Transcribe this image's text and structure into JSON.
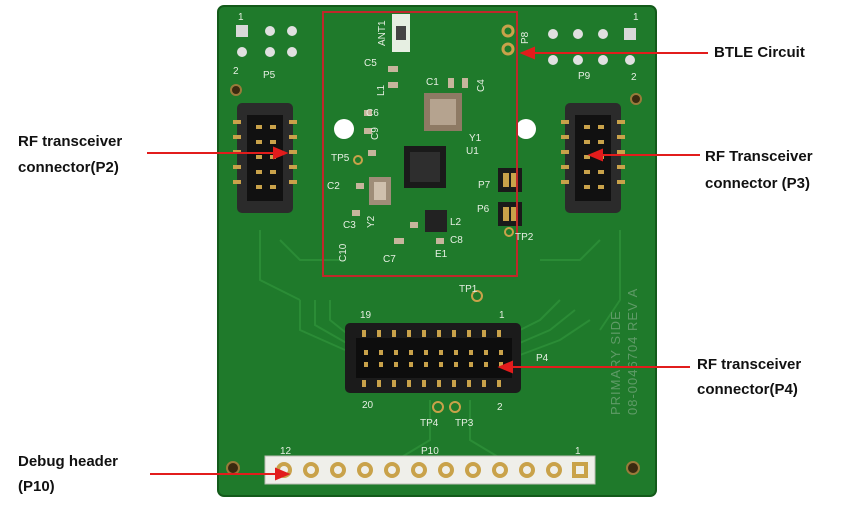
{
  "annotations": {
    "btle": "BTLE Circuit",
    "p2_line1": "RF transceiver",
    "p2_line2": "connector(P2)",
    "p3_line1": "RF Transceiver",
    "p3_line2": "connector (P3)",
    "p4_line1": "RF transceiver",
    "p4_line2": "connector(P4)",
    "p10_line1": "Debug header",
    "p10_line2": "(P10)"
  },
  "silkscreen": {
    "p5": "P5",
    "p9": "P9",
    "p8": "P8",
    "p4": "P4",
    "p10": "P10",
    "p6": "P6",
    "p7": "P7",
    "ant1": "ANT1",
    "u1": "U1",
    "y1": "Y1",
    "y2": "Y2",
    "e1": "E1",
    "c1": "C1",
    "c2": "C2",
    "c3": "C3",
    "c4": "C4",
    "c5": "C5",
    "c6": "C6",
    "c7": "C7",
    "c8": "C8",
    "c9": "C9",
    "c10": "C10",
    "l1": "L1",
    "l2": "L2",
    "tp1": "TP1",
    "tp2": "TP2",
    "tp3": "TP3",
    "tp4": "TP4",
    "tp5": "TP5",
    "n1": "1",
    "n2": "2",
    "n12": "12",
    "n19": "19",
    "n20": "20",
    "side_line1": "PRIMARY SIDE",
    "side_line2": "08-0046704 REV A"
  },
  "colors": {
    "board": "#1f7a2b",
    "board_dark": "#17621f",
    "trace": "#2b8c36",
    "silk": "#e6efe2",
    "highlight": "#c0282a",
    "arrow": "#e21c1c",
    "gold": "#c9a24a"
  }
}
